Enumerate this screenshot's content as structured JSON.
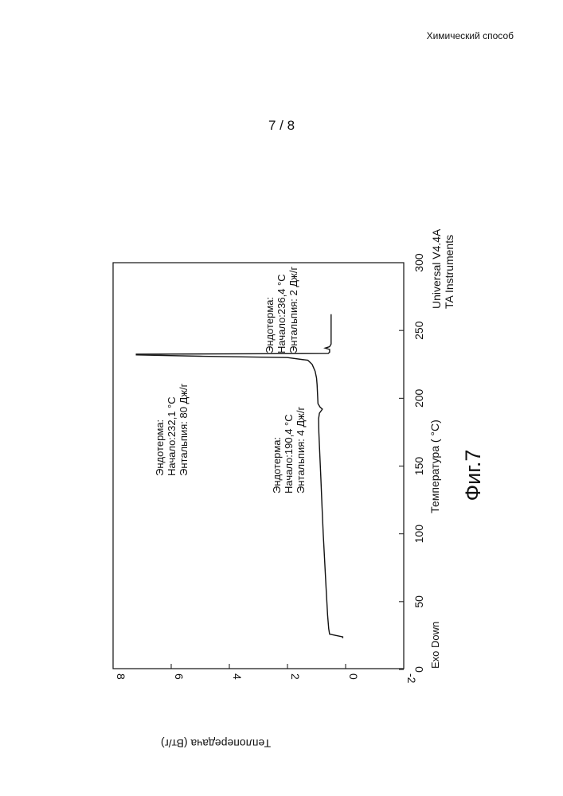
{
  "page": {
    "header": "Химический способ",
    "page_number": "7 / 8",
    "figure_label": "Фиг.7"
  },
  "chart_data": {
    "type": "line",
    "xlabel": "Температура ( °C)",
    "ylabel": "Теплопередача (Вт/г)",
    "exo_label": "Exo Down",
    "software_line1": "Universal V4.4A",
    "software_line2": "TA Instruments",
    "xlim": [
      0,
      300
    ],
    "ylim": [
      -2,
      8
    ],
    "x_ticks": [
      0,
      50,
      100,
      150,
      200,
      250,
      300
    ],
    "y_ticks": [
      -2,
      0,
      2,
      4,
      6,
      8
    ],
    "series": [
      {
        "x": [
          23,
          24,
          26,
          30,
          40,
          60,
          80,
          100,
          120,
          140,
          160,
          175,
          185,
          189,
          190.5,
          192,
          193.5,
          196,
          200,
          205,
          210,
          215,
          220,
          225,
          228,
          230,
          231,
          232,
          232.5,
          233,
          234,
          236,
          237,
          238,
          240,
          250,
          260,
          262
        ],
        "y": [
          0.1,
          0.1,
          0.55,
          0.58,
          0.62,
          0.67,
          0.72,
          0.77,
          0.81,
          0.85,
          0.89,
          0.92,
          0.93,
          0.9,
          0.85,
          0.8,
          0.88,
          0.95,
          0.96,
          0.97,
          0.98,
          1.0,
          1.05,
          1.15,
          1.3,
          2.0,
          5.0,
          7.2,
          7.2,
          0.6,
          0.55,
          0.55,
          0.7,
          0.55,
          0.5,
          0.5,
          0.5,
          0.5
        ]
      }
    ],
    "annotations": [
      {
        "lines": [
          "Эндотерма:",
          "Начало:232,1 °C",
          "Энтальпия: 80 Дж/г"
        ]
      },
      {
        "lines": [
          "Эндотерма:",
          "Начало:190,4 °C",
          "Энтальпия: 4 Дж/г"
        ]
      },
      {
        "lines": [
          "Эндотерма:",
          "Начало:236,4 °C",
          "Энтальпия: 2 Дж/г"
        ]
      }
    ]
  }
}
